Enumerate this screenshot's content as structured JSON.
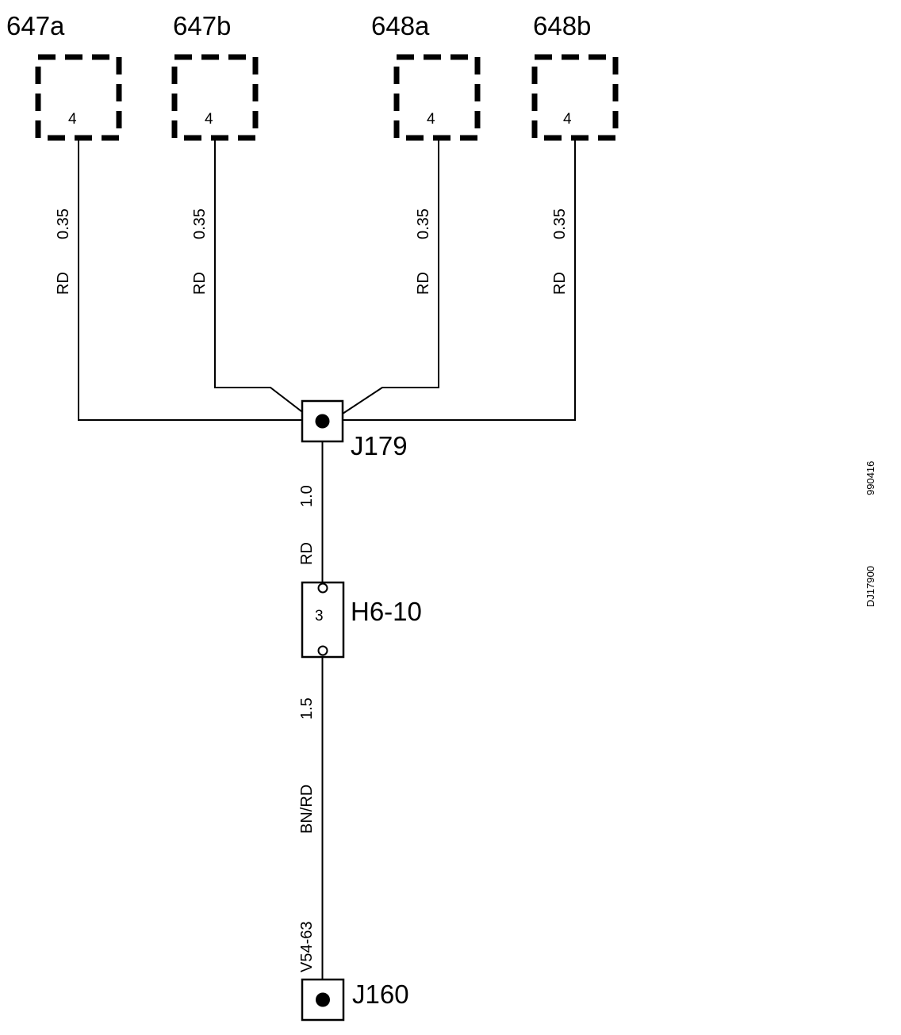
{
  "connectors": [
    {
      "id": "647a",
      "pin": "4",
      "wire_color": "RD",
      "wire_size": "0.35"
    },
    {
      "id": "647b",
      "pin": "4",
      "wire_color": "RD",
      "wire_size": "0.35"
    },
    {
      "id": "648a",
      "pin": "4",
      "wire_color": "RD",
      "wire_size": "0.35"
    },
    {
      "id": "648b",
      "pin": "4",
      "wire_color": "RD",
      "wire_size": "0.35"
    }
  ],
  "splice_top": {
    "id": "J179"
  },
  "trunk_upper": {
    "wire_color": "RD",
    "wire_size": "1.0"
  },
  "fuse": {
    "id": "H6-10",
    "pin": "3"
  },
  "trunk_lower": {
    "wire_color": "BN/RD",
    "wire_size": "1.5",
    "ref": "V54-63"
  },
  "splice_bottom": {
    "id": "J160"
  },
  "side_codes": {
    "date": "990416",
    "drawing": "DJ17900"
  }
}
